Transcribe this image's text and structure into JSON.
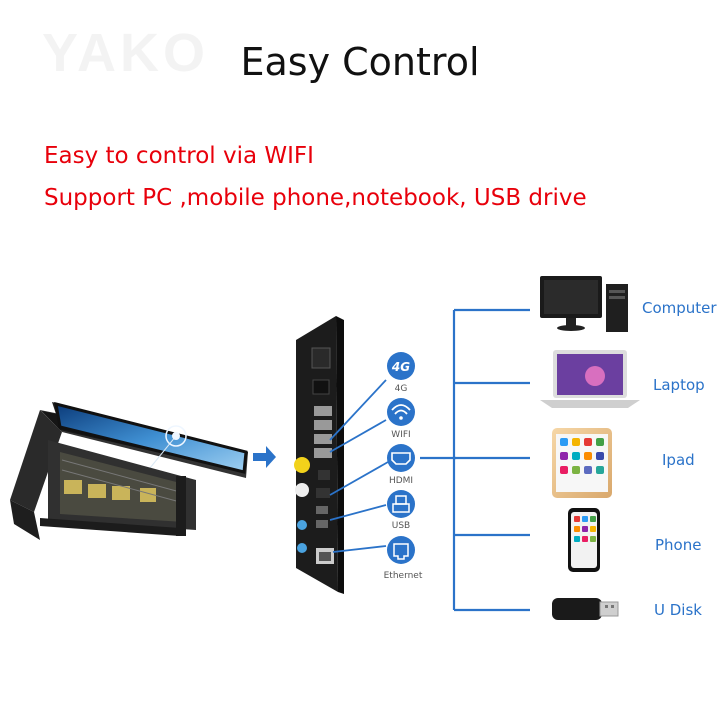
{
  "watermark": "YAKO",
  "title": "Easy Control",
  "features": [
    "Easy to control via WIFI",
    "Support PC ,mobile phone,notebook, USB drive"
  ],
  "ports": [
    {
      "label": "4G",
      "icon": "4g-icon"
    },
    {
      "label": "WIFI",
      "icon": "wifi-icon"
    },
    {
      "label": "HDMI",
      "icon": "hdmi-icon"
    },
    {
      "label": "USB",
      "icon": "usb-icon"
    },
    {
      "label": "Ethernet",
      "icon": "ethernet-icon"
    }
  ],
  "devices": [
    {
      "label": "Computer",
      "icon": "computer-icon"
    },
    {
      "label": "Laptop",
      "icon": "laptop-icon"
    },
    {
      "label": "Ipad",
      "icon": "tablet-icon"
    },
    {
      "label": "Phone",
      "icon": "phone-icon"
    },
    {
      "label": "U Disk",
      "icon": "usb-drive-icon"
    }
  ],
  "colors": {
    "accent_blue": "#2b73c9",
    "feature_red": "#e8000b",
    "panel_dark": "#1c1c1c"
  }
}
